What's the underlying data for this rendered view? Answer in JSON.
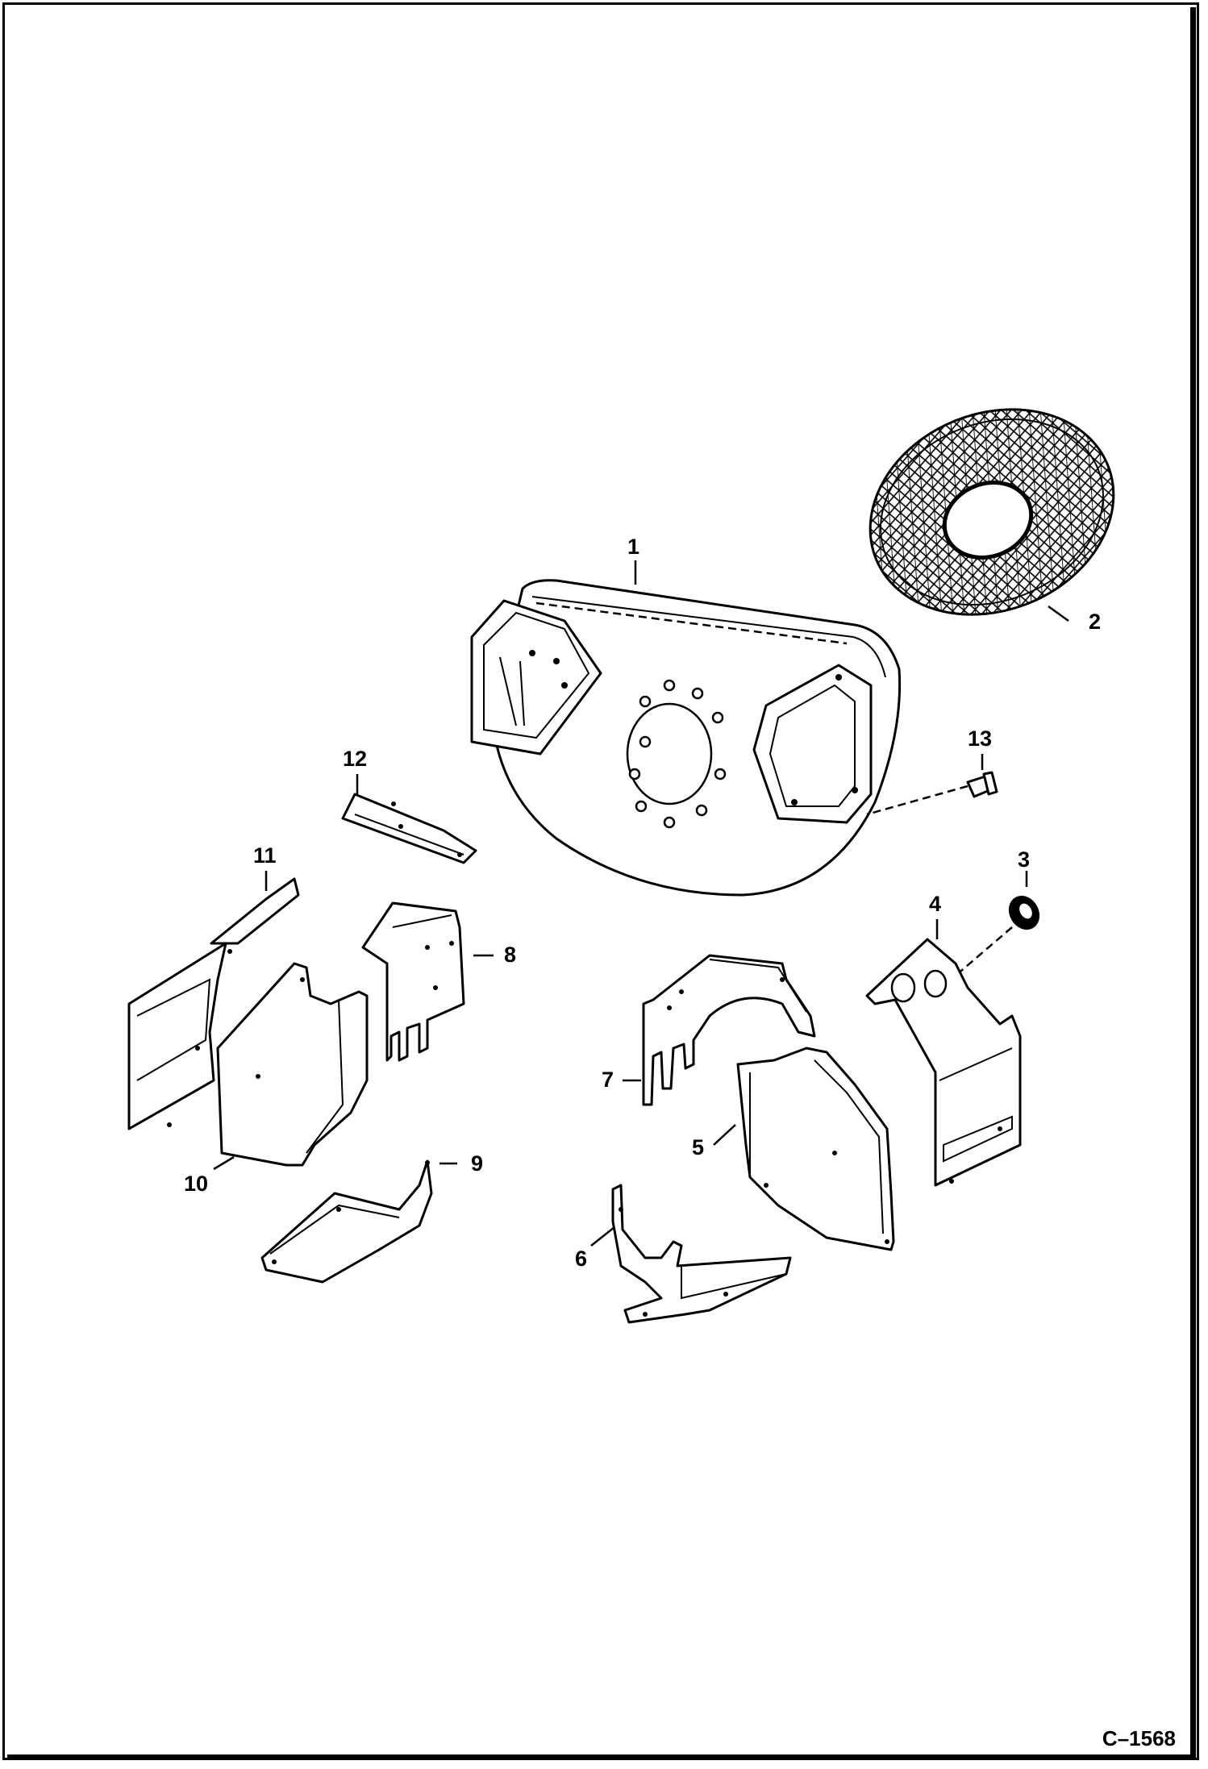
{
  "callouts": [
    "1",
    "2",
    "3",
    "4",
    "5",
    "6",
    "7",
    "8",
    "9",
    "10",
    "11",
    "12",
    "13"
  ],
  "figure_code": "C–1568",
  "colors": {
    "line": "#000000",
    "background": "#ffffff"
  }
}
